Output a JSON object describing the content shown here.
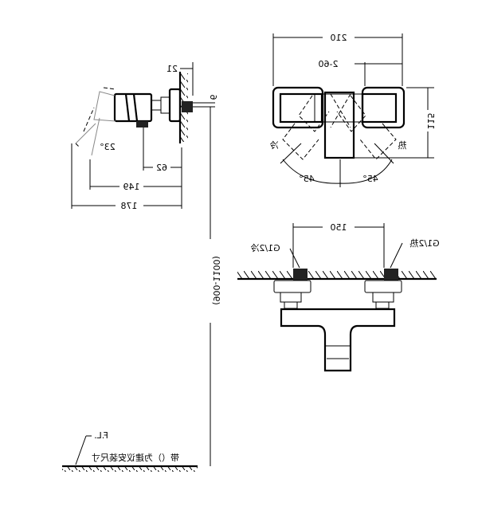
{
  "top_view": {
    "width_dim": "210",
    "cap_dim": "2-60",
    "depth_dim": "115",
    "cold_label": "冷",
    "hot_label": "热",
    "angle_left": "45°",
    "angle_right": "45°"
  },
  "side_view": {
    "wall_offset_dim": "21",
    "pipe_dim": "6",
    "body_dim": "62",
    "handle_dim": "149",
    "total_dim": "178",
    "handle_angle": "23°",
    "height_dim": "(900-1100)"
  },
  "front_view": {
    "spacing_dim": "150",
    "cold_inlet": "G1/2冷",
    "hot_inlet": "G1/2热"
  },
  "floor": {
    "label": "F.L.",
    "note": "带（）为建议安装尺寸"
  },
  "colors": {
    "line": "#000000"
  }
}
